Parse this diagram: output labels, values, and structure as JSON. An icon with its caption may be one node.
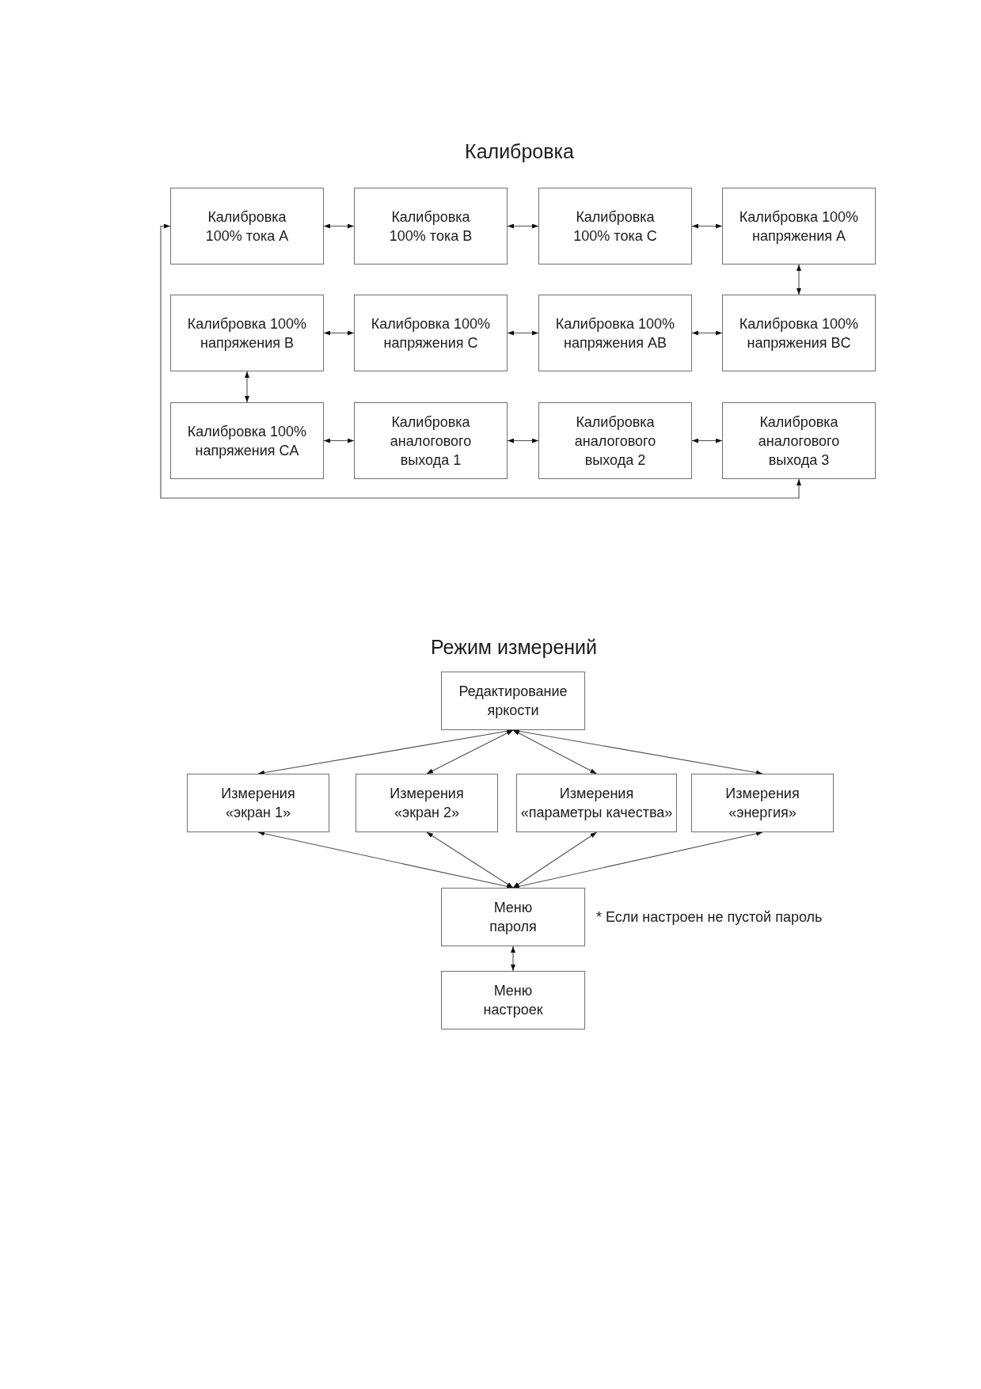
{
  "diagram": {
    "nodes": [
      {
        "text": [
          "Калибровка 100% тока A"
        ]
      },
      {
        "text": [
          "Калибровка 100% тока B"
        ]
      },
      {
        "text": [
          "Калибровка 100% тока C"
        ]
      },
      {
        "text": [
          "Калибровка 100% напряжения A"
        ]
      },
      {
        "text": [
          "Калибровка 100% напряжения B"
        ]
      },
      {
        "text": [
          "Калибровка 100% напряжения C"
        ]
      },
      {
        "text": [
          "Калибровка 100% напряжения AB"
        ]
      },
      {
        "text": [
          "Калибровка 100% напряжения BC"
        ]
      },
      {
        "text": [
          "Калибровка 100% напряжения CA"
        ]
      },
      {
        "text": [
          "Калибровка аналогового выхода 1"
        ]
      },
      {
        "text": [
          "Калибровка аналогового выхода 2"
        ]
      },
      {
        "text": [
          "Калибровка аналогового выхода 3"
        ]
      },
      {
        "text": [
          "Редактирование яркости"
        ]
      },
      {
        "text": [
          "Измерения «экран 1»"
        ]
      },
      {
        "text": [
          "Измерения «экран 2»"
        ]
      },
      {
        "text": [
          "Измерения «параметры качества»"
        ]
      },
      {
        "text": [
          "Измерения «энергия»"
        ]
      },
      {
        "text": [
          "Меню пароля"
        ],
        "beside": [
          "* Если настроен не пустой пароль"
        ]
      },
      {
        "text": [
          "Меню настроек"
        ]
      }
    ],
    "edges": [
      {
        "from": 0,
        "to": 1,
        "arrow": "both"
      },
      {
        "from": 1,
        "to": 2,
        "arrow": "both"
      },
      {
        "from": 2,
        "to": 3,
        "arrow": "both"
      },
      {
        "from": 3,
        "to": 7,
        "arrow": "both"
      },
      {
        "from": 7,
        "to": 6,
        "arrow": "both"
      },
      {
        "from": 6,
        "to": 5,
        "arrow": "both"
      },
      {
        "from": 5,
        "to": 4,
        "arrow": "both"
      },
      {
        "from": 4,
        "to": 8,
        "arrow": "both"
      },
      {
        "from": 8,
        "to": 9,
        "arrow": "both"
      },
      {
        "from": 9,
        "to": 10,
        "arrow": "both"
      },
      {
        "from": 10,
        "to": 11,
        "arrow": "both"
      },
      {
        "from": 11,
        "to": 0,
        "arrow": "both"
      },
      {
        "from": 12,
        "to": 13,
        "arrow": "both"
      },
      {
        "from": 12,
        "to": 14,
        "arrow": "both"
      },
      {
        "from": 12,
        "to": 15,
        "arrow": "both"
      },
      {
        "from": 12,
        "to": 16,
        "arrow": "both"
      },
      {
        "from": 13,
        "to": 17,
        "arrow": "both"
      },
      {
        "from": 14,
        "to": 17,
        "arrow": "both"
      },
      {
        "from": 15,
        "to": 17,
        "arrow": "both"
      },
      {
        "from": 16,
        "to": 17,
        "arrow": "both"
      },
      {
        "from": 17,
        "to": 18,
        "arrow": "both"
      }
    ],
    "labels": [
      "Калибровка",
      "Режим измерений"
    ]
  }
}
